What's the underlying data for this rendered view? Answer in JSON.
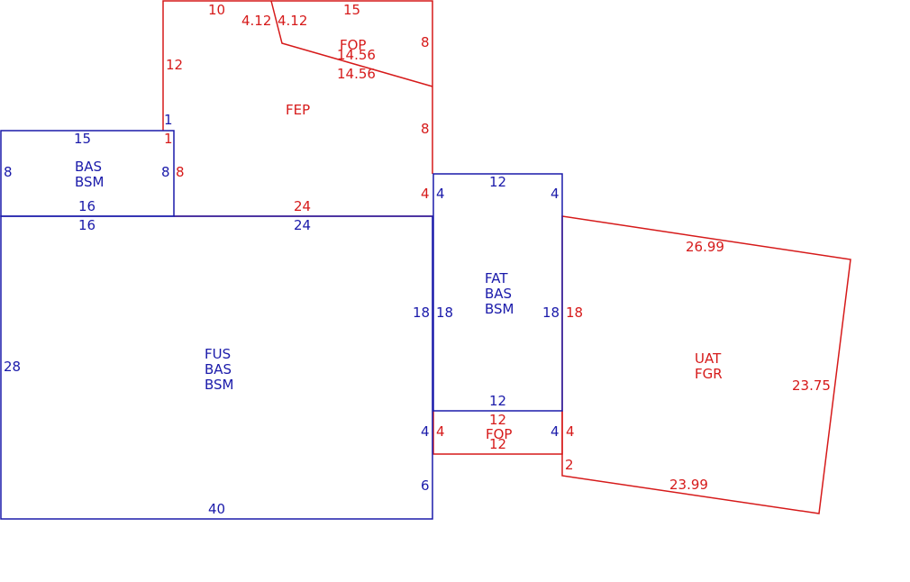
{
  "colors": {
    "blue": "#1a1aaa",
    "red": "#d61a1a",
    "background": "#ffffff"
  },
  "areas": {
    "bas_top": {
      "line1": "BAS",
      "line2": "BSM"
    },
    "fus": {
      "line1": "FUS",
      "line2": "BAS",
      "line3": "BSM"
    },
    "fat": {
      "line1": "FAT",
      "line2": "BAS",
      "line3": "BSM"
    },
    "fep": {
      "label": "FEP"
    },
    "fop_top": {
      "label": "FOP"
    },
    "fop_bottom": {
      "label": "FOP"
    },
    "uat": {
      "line1": "UAT",
      "line2": "FGR"
    }
  },
  "dims": {
    "fep_top_left": "10",
    "fep_slant_left": "4.12",
    "fep_slant_right": "4.12",
    "fop_top": "15",
    "fop_right": "8",
    "fop_diag_upper": "14.56",
    "fop_diag_lower": "14.56",
    "fep_left": "12",
    "fep_right": "8",
    "fep_step_blue": "1",
    "fep_step_red": "1",
    "fep_bottom_left_red": "8",
    "fep_bottom": "24",
    "fep_bottom_right": "4",
    "bas_top": "15",
    "bas_left": "8",
    "bas_right": "8",
    "bas_bottom": "16",
    "fus_top_left": "16",
    "fus_top_right": "24",
    "fus_left": "28",
    "fus_right_upper": "18",
    "fus_right_mid": "4",
    "fus_right_lower": "6",
    "fus_bottom": "40",
    "fat_top": "12",
    "fat_left_top": "4",
    "fat_right_top": "4",
    "fat_left": "18",
    "fat_right": "18",
    "fat_bottom": "12",
    "fop_bottom_top": "12",
    "fop_bottom_bottom": "12",
    "fop_bottom_left": "4",
    "fop_bottom_right": "4",
    "uat_left_mid": "18",
    "uat_left_lower": "4",
    "uat_left_bottom": "2",
    "uat_top": "26.99",
    "uat_right": "23.75",
    "uat_bottom": "23.99"
  }
}
